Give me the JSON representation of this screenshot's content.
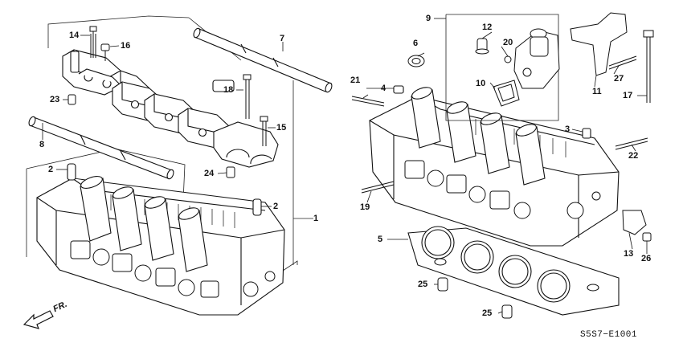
{
  "diagram": {
    "catalog_code": "S5S7−E1001",
    "direction_marker": "FR.",
    "callouts": [
      {
        "id": "c1",
        "text": "1"
      },
      {
        "id": "c2a",
        "text": "2"
      },
      {
        "id": "c2b",
        "text": "2"
      },
      {
        "id": "c3",
        "text": "3"
      },
      {
        "id": "c4",
        "text": "4"
      },
      {
        "id": "c5",
        "text": "5"
      },
      {
        "id": "c6",
        "text": "6"
      },
      {
        "id": "c7",
        "text": "7"
      },
      {
        "id": "c8",
        "text": "8"
      },
      {
        "id": "c9",
        "text": "9"
      },
      {
        "id": "c10",
        "text": "10"
      },
      {
        "id": "c11",
        "text": "11"
      },
      {
        "id": "c12",
        "text": "12"
      },
      {
        "id": "c13",
        "text": "13"
      },
      {
        "id": "c14",
        "text": "14"
      },
      {
        "id": "c15",
        "text": "15"
      },
      {
        "id": "c16",
        "text": "16"
      },
      {
        "id": "c17",
        "text": "17"
      },
      {
        "id": "c18",
        "text": "18"
      },
      {
        "id": "c19",
        "text": "19"
      },
      {
        "id": "c20",
        "text": "20"
      },
      {
        "id": "c21",
        "text": "21"
      },
      {
        "id": "c22",
        "text": "22"
      },
      {
        "id": "c23",
        "text": "23"
      },
      {
        "id": "c24",
        "text": "24"
      },
      {
        "id": "c25a",
        "text": "25"
      },
      {
        "id": "c25b",
        "text": "25"
      },
      {
        "id": "c26",
        "text": "26"
      },
      {
        "id": "c27",
        "text": "27"
      }
    ]
  }
}
